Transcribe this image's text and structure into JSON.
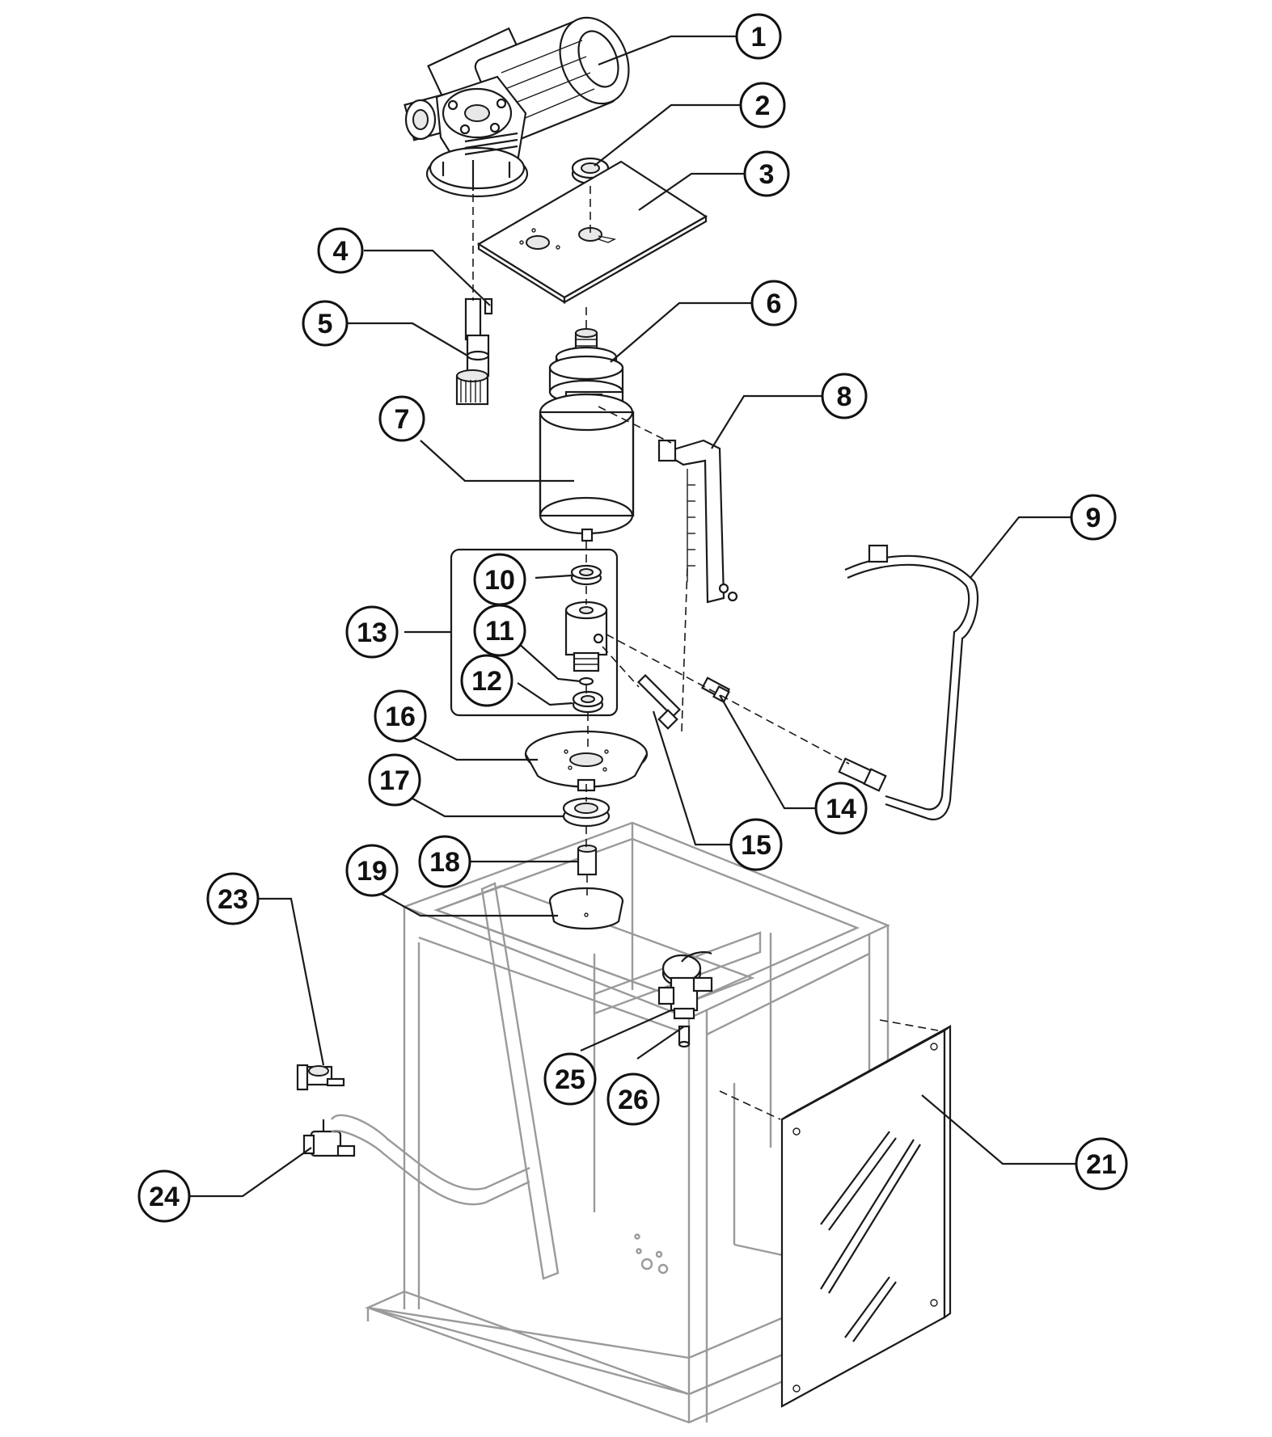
{
  "callouts": [
    {
      "id": "1",
      "label": "1"
    },
    {
      "id": "2",
      "label": "2"
    },
    {
      "id": "3",
      "label": "3"
    },
    {
      "id": "4",
      "label": "4"
    },
    {
      "id": "5",
      "label": "5"
    },
    {
      "id": "6",
      "label": "6"
    },
    {
      "id": "7",
      "label": "7"
    },
    {
      "id": "8",
      "label": "8"
    },
    {
      "id": "9",
      "label": "9"
    },
    {
      "id": "10",
      "label": "10"
    },
    {
      "id": "11",
      "label": "11"
    },
    {
      "id": "12",
      "label": "12"
    },
    {
      "id": "13",
      "label": "13"
    },
    {
      "id": "14",
      "label": "14"
    },
    {
      "id": "15",
      "label": "15"
    },
    {
      "id": "16",
      "label": "16"
    },
    {
      "id": "17",
      "label": "17"
    },
    {
      "id": "18",
      "label": "18"
    },
    {
      "id": "19",
      "label": "19"
    },
    {
      "id": "21",
      "label": "21"
    },
    {
      "id": "23",
      "label": "23"
    },
    {
      "id": "24",
      "label": "24"
    },
    {
      "id": "25",
      "label": "25"
    },
    {
      "id": "26",
      "label": "26"
    }
  ],
  "colors": {
    "line": "#1a1a1a",
    "frame": "#9a9a9a",
    "background": "#ffffff"
  }
}
